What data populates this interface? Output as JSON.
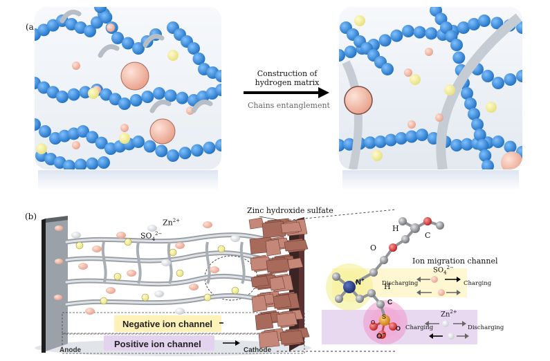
{
  "panel_a": {
    "label": "(a)",
    "arrow_top_text_line1": "Construction of",
    "arrow_top_text_line2": "hydrogen matrix",
    "arrow_bottom_text": "Chains entanglement"
  },
  "panel_b": {
    "label": "(b)",
    "zinc_ion": "Zn",
    "zinc_charge": "2+",
    "sulfate_ion": "SO",
    "sulfate_sub": "4",
    "sulfate_charge": "2−",
    "zinc_hydroxide": "Zinc hydroxide sulfate",
    "negative_channel": "Negative ion channel",
    "positive_channel": "Positive ion channel",
    "anode": "Anode",
    "cathode": "Cathode"
  },
  "molecule": {
    "title": "Ion migration channel",
    "atom_h1": "H",
    "atom_o": "O",
    "atom_c1": "C",
    "atom_h2": "H",
    "atom_c2": "C",
    "atom_n": "N",
    "atom_n_charge": "+",
    "atom_s": "S",
    "atom_o_minus": "O",
    "atom_o_minus_charge": "−",
    "atom_o2": "O",
    "atom_o3": "O",
    "sulfate_ion": "SO",
    "sulfate_sub": "4",
    "sulfate_charge": "2−",
    "zinc_ion": "Zn",
    "zinc_charge": "2+",
    "discharging_1": "Discharging",
    "charging_1": "Charging",
    "charging_2": "Charging",
    "discharging_2": "Discharging"
  },
  "colors": {
    "chain_blue": "#1f6fc0",
    "salt_pink": "#e8a08a",
    "sulfate_yellow": "#e6e07a",
    "zinc_silver": "#c7ccd2",
    "negative_band": "#fff5c8",
    "positive_band": "#e9dcf2"
  }
}
